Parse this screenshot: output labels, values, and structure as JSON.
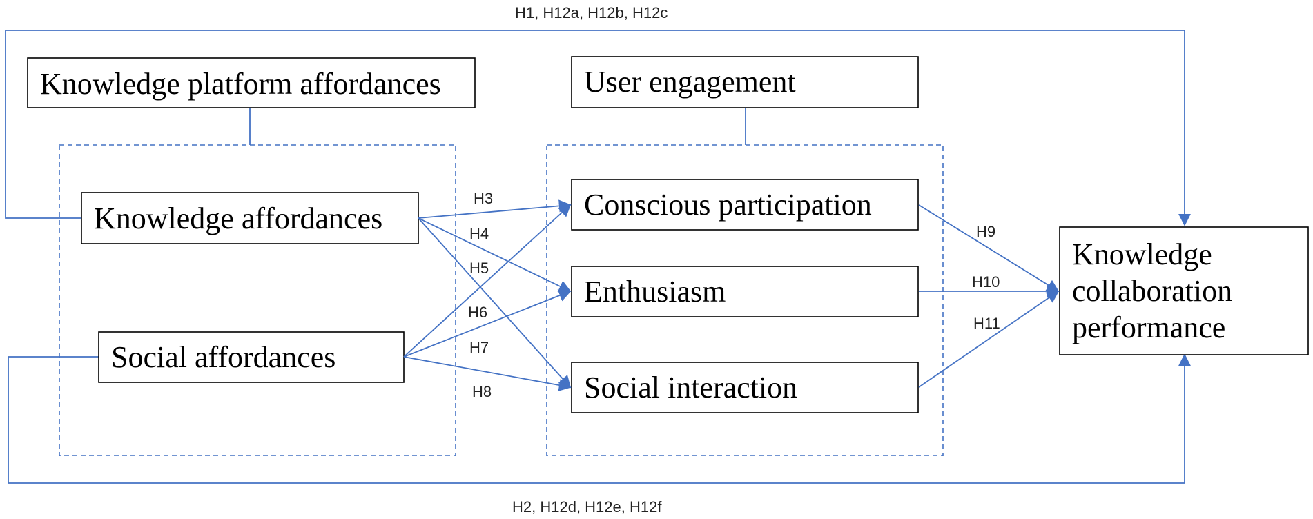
{
  "colors": {
    "connector": "#4472c4",
    "box_border": "#000000",
    "text": "#000000"
  },
  "labels": {
    "top_path": "H1, H12a, H12b, H12c",
    "bottom_path": "H2, H12d, H12e, H12f"
  },
  "boxes": {
    "platform_affordances": "Knowledge platform affordances",
    "user_engagement": "User engagement",
    "knowledge_affordances": "Knowledge affordances",
    "social_affordances": "Social affordances",
    "conscious_participation": "Conscious participation",
    "enthusiasm": "Enthusiasm",
    "social_interaction": "Social interaction",
    "outcome_line1": "Knowledge",
    "outcome_line2": "collaboration",
    "outcome_line3": "performance"
  },
  "hypotheses": {
    "h3": "H3",
    "h4": "H4",
    "h5": "H5",
    "h6": "H6",
    "h7": "H7",
    "h8": "H8",
    "h9": "H9",
    "h10": "H10",
    "h11": "H11"
  }
}
